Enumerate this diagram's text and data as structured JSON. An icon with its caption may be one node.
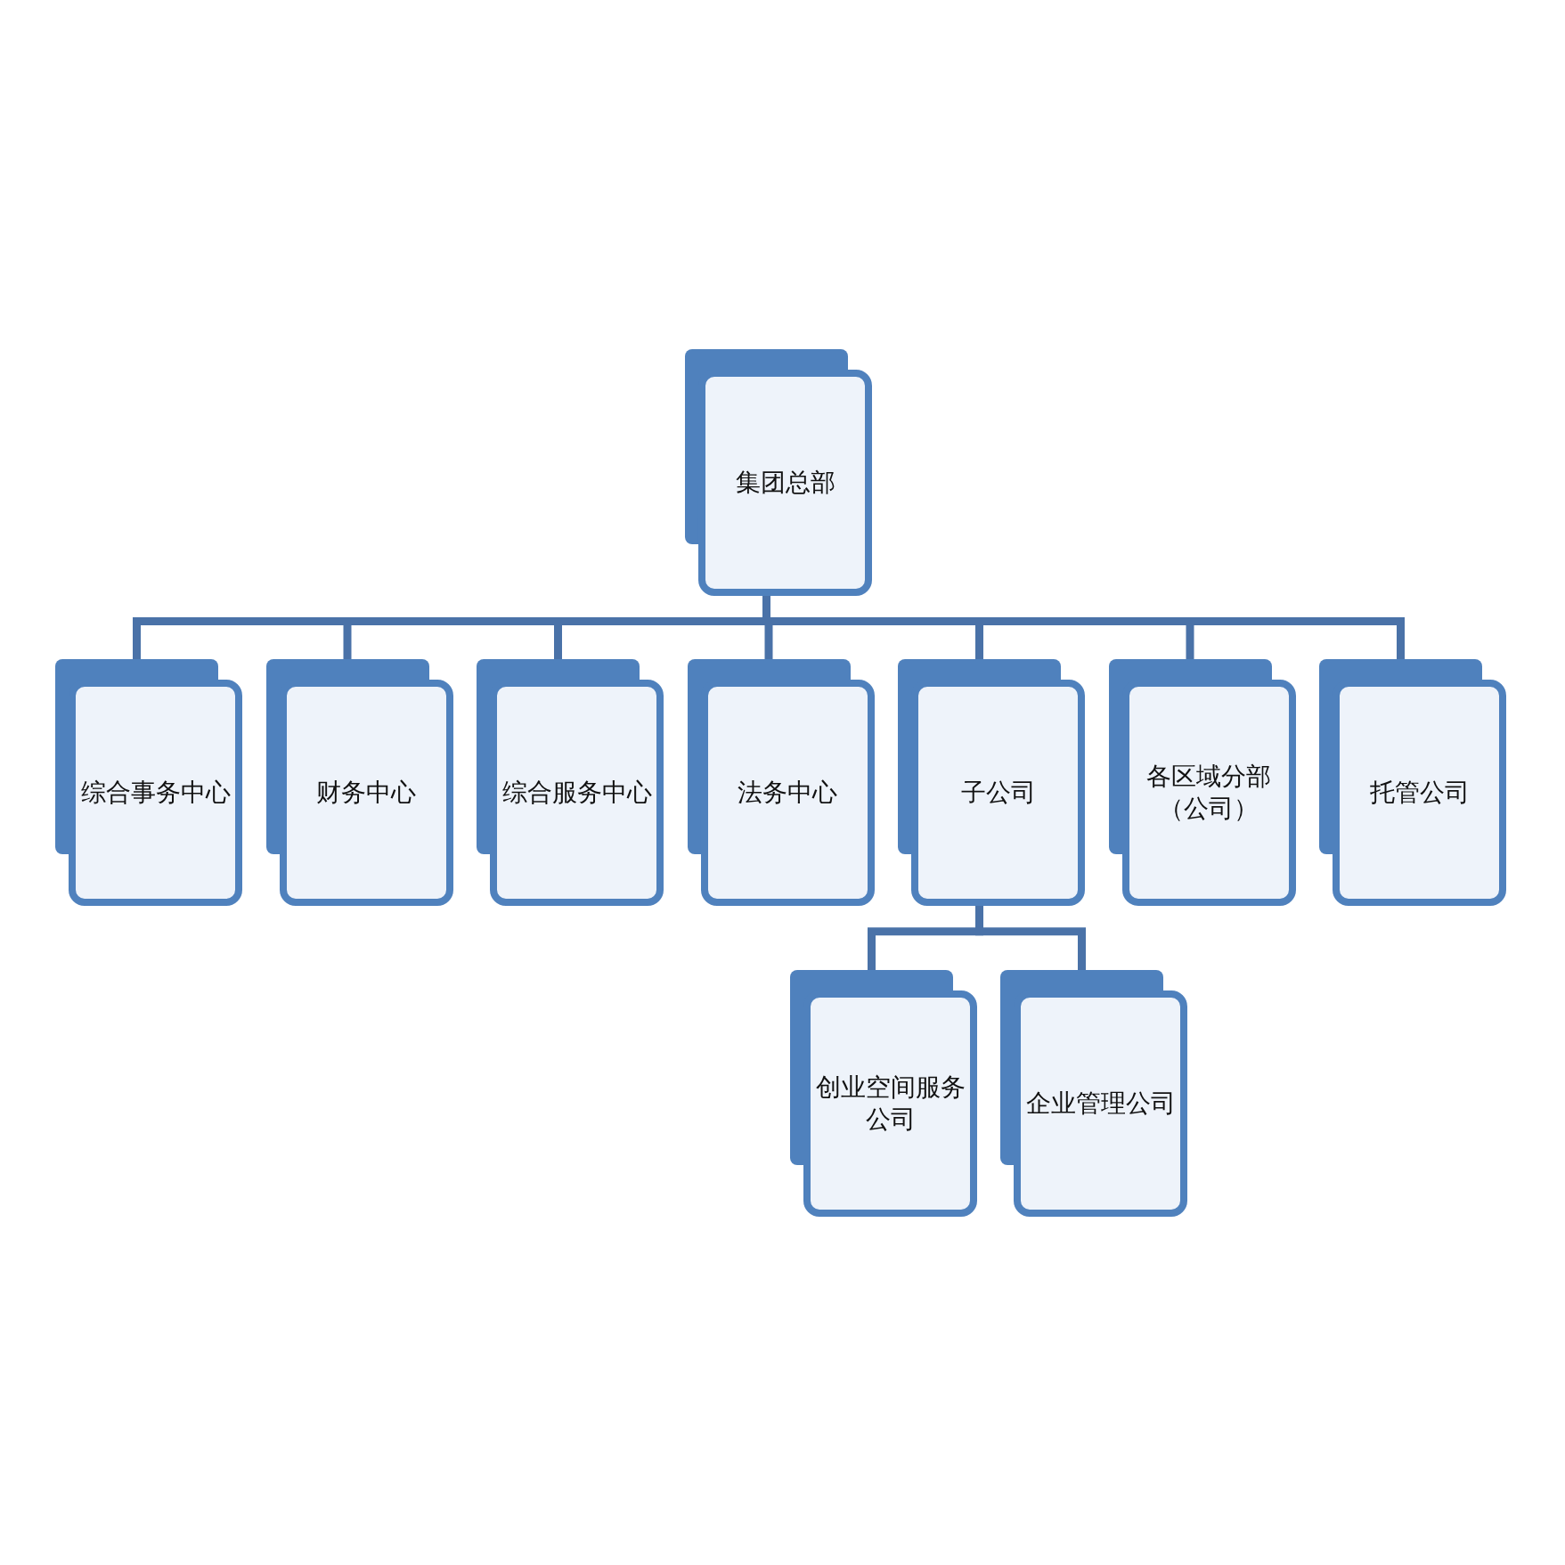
{
  "diagram": {
    "nodes": [
      {
        "text": [
          "集团总部"
        ]
      },
      {
        "text": [
          "综合事务中心"
        ]
      },
      {
        "text": [
          "财务中心"
        ]
      },
      {
        "text": [
          "综合服务中心"
        ]
      },
      {
        "text": [
          "法务中心"
        ]
      },
      {
        "text": [
          "子公司"
        ]
      },
      {
        "text": [
          "各区域分部（公司）"
        ]
      },
      {
        "text": [
          "托管公司"
        ]
      },
      {
        "text": [
          "创业空间服务公司"
        ]
      },
      {
        "text": [
          "企业管理公司"
        ]
      }
    ],
    "edges": [
      {
        "from": 0,
        "to": 1,
        "arrow": "none"
      },
      {
        "from": 0,
        "to": 2,
        "arrow": "none"
      },
      {
        "from": 0,
        "to": 3,
        "arrow": "none"
      },
      {
        "from": 0,
        "to": 4,
        "arrow": "none"
      },
      {
        "from": 0,
        "to": 5,
        "arrow": "none"
      },
      {
        "from": 0,
        "to": 6,
        "arrow": "none"
      },
      {
        "from": 0,
        "to": 7,
        "arrow": "none"
      },
      {
        "from": 5,
        "to": 8,
        "arrow": "none"
      },
      {
        "from": 5,
        "to": 9,
        "arrow": "none"
      }
    ]
  }
}
